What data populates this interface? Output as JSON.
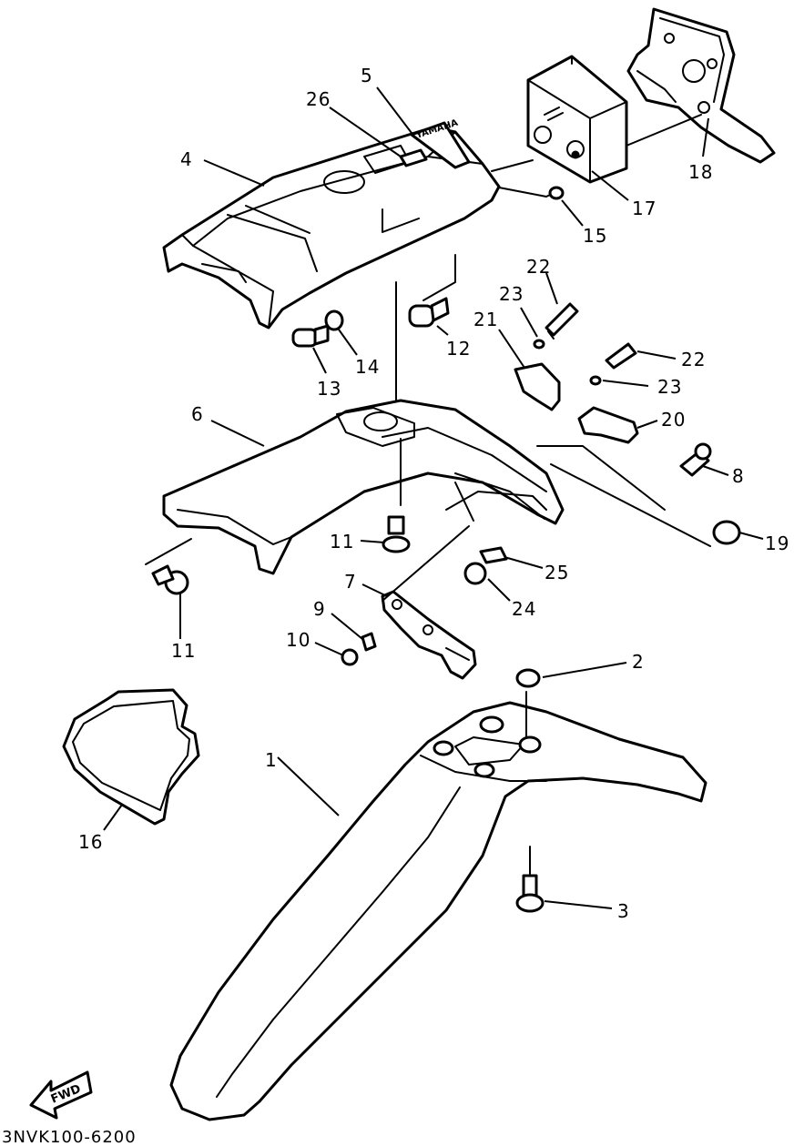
{
  "diagram_code": "3NVK100-6200",
  "direction_label": "FWD",
  "brand_mark": "YAMAHA",
  "callouts": [
    "1",
    "2",
    "3",
    "4",
    "5",
    "6",
    "7",
    "8",
    "9",
    "10",
    "11",
    "11",
    "12",
    "13",
    "14",
    "15",
    "16",
    "17",
    "18",
    "19",
    "20",
    "21",
    "22",
    "22",
    "23",
    "23",
    "24",
    "25",
    "26"
  ]
}
